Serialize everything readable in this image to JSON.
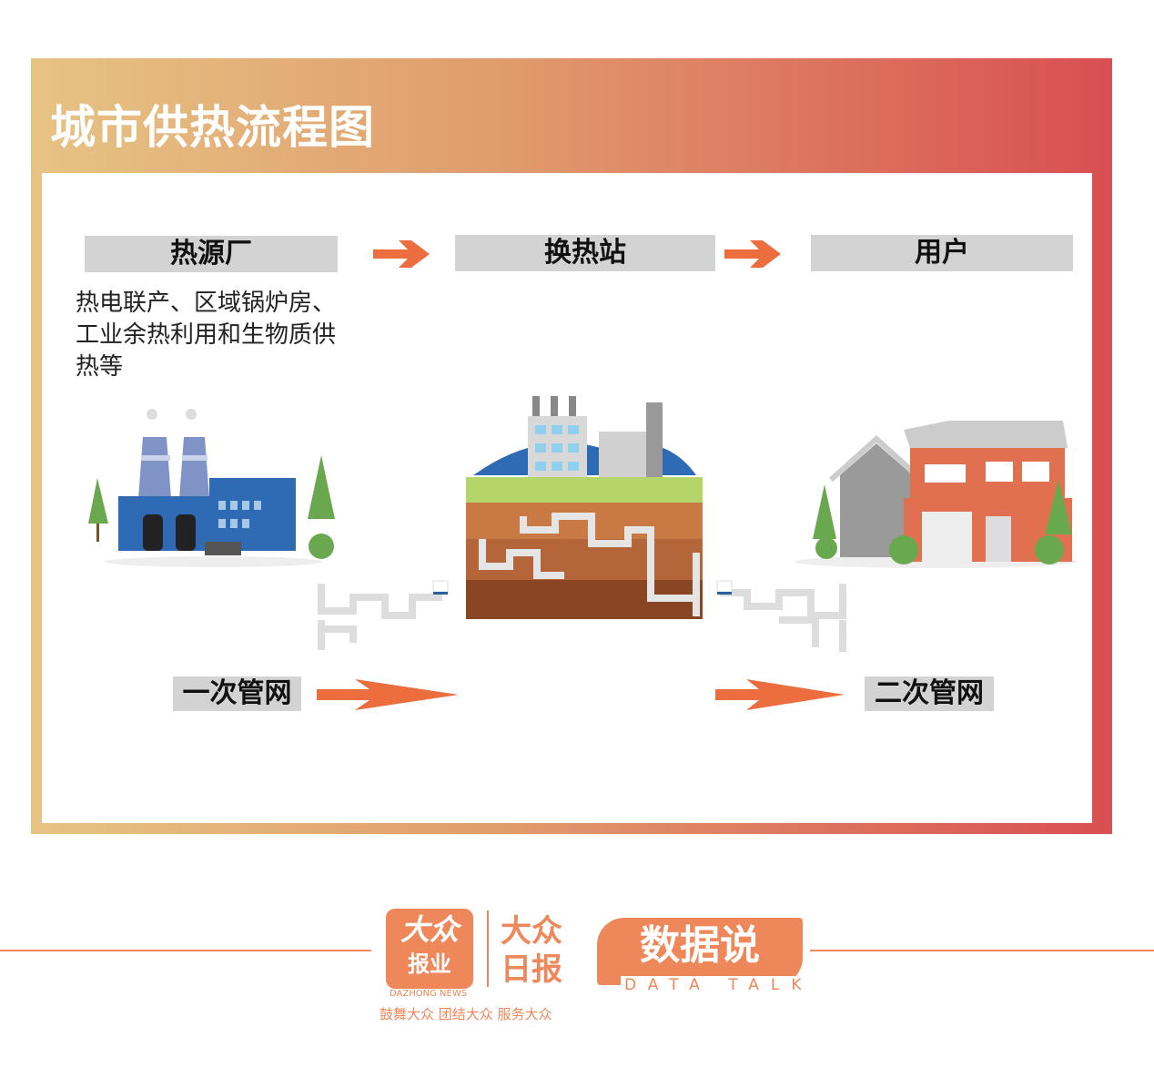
{
  "title": "城市供热流程图",
  "stages": [
    {
      "label": "热源厂",
      "description": "热电联产、区域锅炉房、工业余热利用和生物质供热等"
    },
    {
      "label": "换热站"
    },
    {
      "label": "用户"
    }
  ],
  "networks": {
    "primary": "一次管网",
    "secondary": "二次管网"
  },
  "footer": {
    "logo_main": "大众报业",
    "logo_sub": "DAZHONG NEWS",
    "paper": "大众日报",
    "paper_line1": "大众",
    "paper_line2": "日报",
    "slogan": "鼓舞大众 团结大众 服务大众",
    "brand": "数据说",
    "brand_en": "DATA TALK"
  },
  "colors": {
    "accent": "#ec6d3e",
    "label_bg": "#d3d3d3",
    "gradient_start": "#e6c384",
    "gradient_end": "#d94f52"
  }
}
